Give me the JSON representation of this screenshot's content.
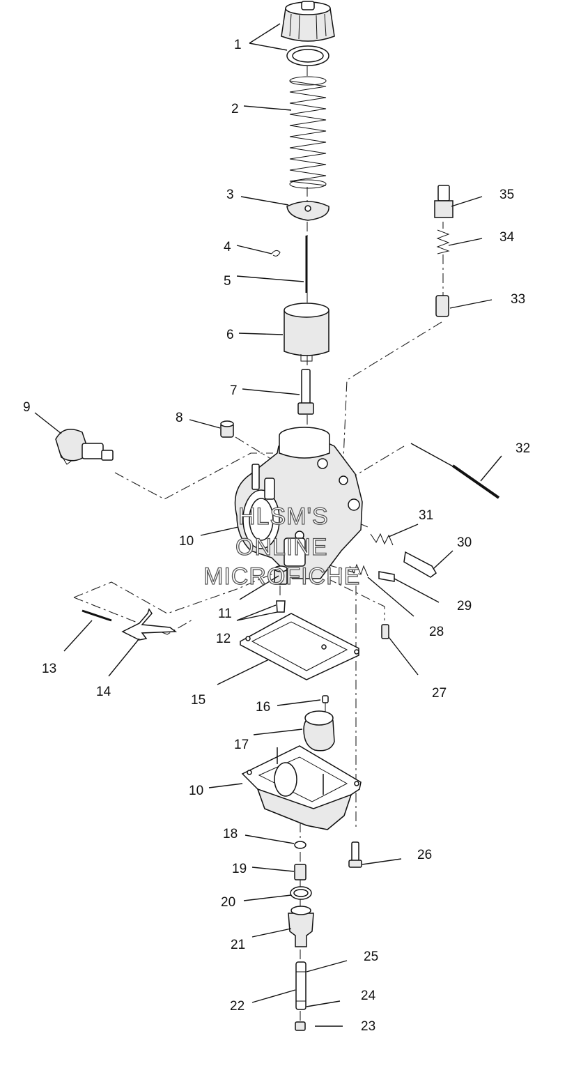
{
  "callouts": {
    "c1": "1",
    "c2": "2",
    "c3": "3",
    "c4": "4",
    "c5": "5",
    "c6": "6",
    "c7": "7",
    "c8": "8",
    "c9": "9",
    "c10a": "10",
    "c10b": "10",
    "c11": "11",
    "c12": "12",
    "c13": "13",
    "c14": "14",
    "c15": "15",
    "c16": "16",
    "c17": "17",
    "c18": "18",
    "c19": "19",
    "c20": "20",
    "c21": "21",
    "c22": "22",
    "c23": "23",
    "c24": "24",
    "c25": "25",
    "c26": "26",
    "c27": "27",
    "c28": "28",
    "c29": "29",
    "c30": "30",
    "c31": "31",
    "c32": "32",
    "c33": "33",
    "c34": "34",
    "c35": "35"
  },
  "watermark": {
    "line1": "HLSM'S",
    "line2": "ONLINE",
    "line3": "MICROFICHE"
  }
}
